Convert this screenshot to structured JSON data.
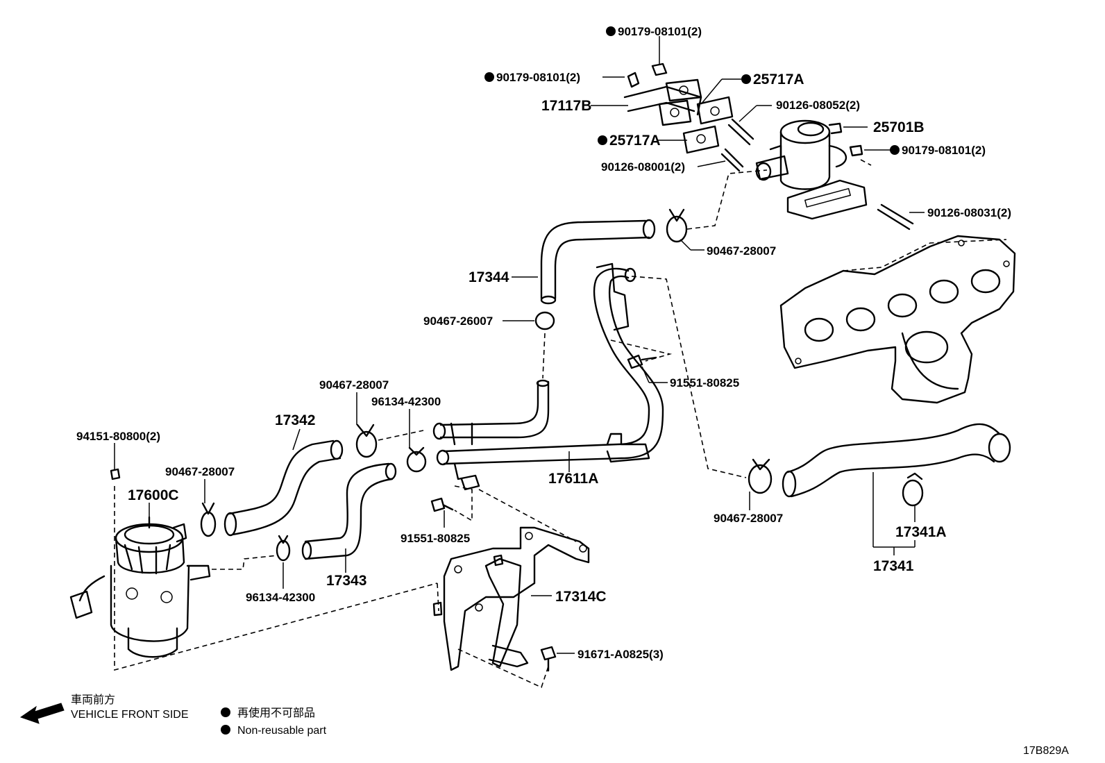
{
  "labels": {
    "l_90179_top": "90179-08101(2)",
    "l_90179_mid": "90179-08101(2)",
    "l_25717a_top": "25717A",
    "l_17117b": "17117B",
    "l_90126_08052": "90126-08052(2)",
    "l_25701b": "25701B",
    "l_25717a_bot": "25717A",
    "l_90179_right": "90179-08101(2)",
    "l_90126_08001": "90126-08001(2)",
    "l_90126_08031": "90126-08031(2)",
    "l_90467_28007_a": "90467-28007",
    "l_17344": "17344",
    "l_90467_26007": "90467-26007",
    "l_91551_80825_a": "91551-80825",
    "l_90467_28007_b": "90467-28007",
    "l_96134_42300_a": "96134-42300",
    "l_17342": "17342",
    "l_94151_80800": "94151-80800(2)",
    "l_90467_28007_c": "90467-28007",
    "l_17600c": "17600C",
    "l_17611a": "17611A",
    "l_90467_28007_d": "90467-28007",
    "l_17341a": "17341A",
    "l_17341": "17341",
    "l_91551_80825_b": "91551-80825",
    "l_17343": "17343",
    "l_96134_42300_b": "96134-42300",
    "l_17314c": "17314C",
    "l_91671_a0825": "91671-A0825(3)"
  },
  "legend": {
    "direction_jp": "車両前方",
    "direction_en": "VEHICLE FRONT SIDE",
    "nonreusable_jp": "再使用不可部品",
    "nonreusable_en": "Non-reusable part"
  },
  "diagram_code": "17B829A"
}
